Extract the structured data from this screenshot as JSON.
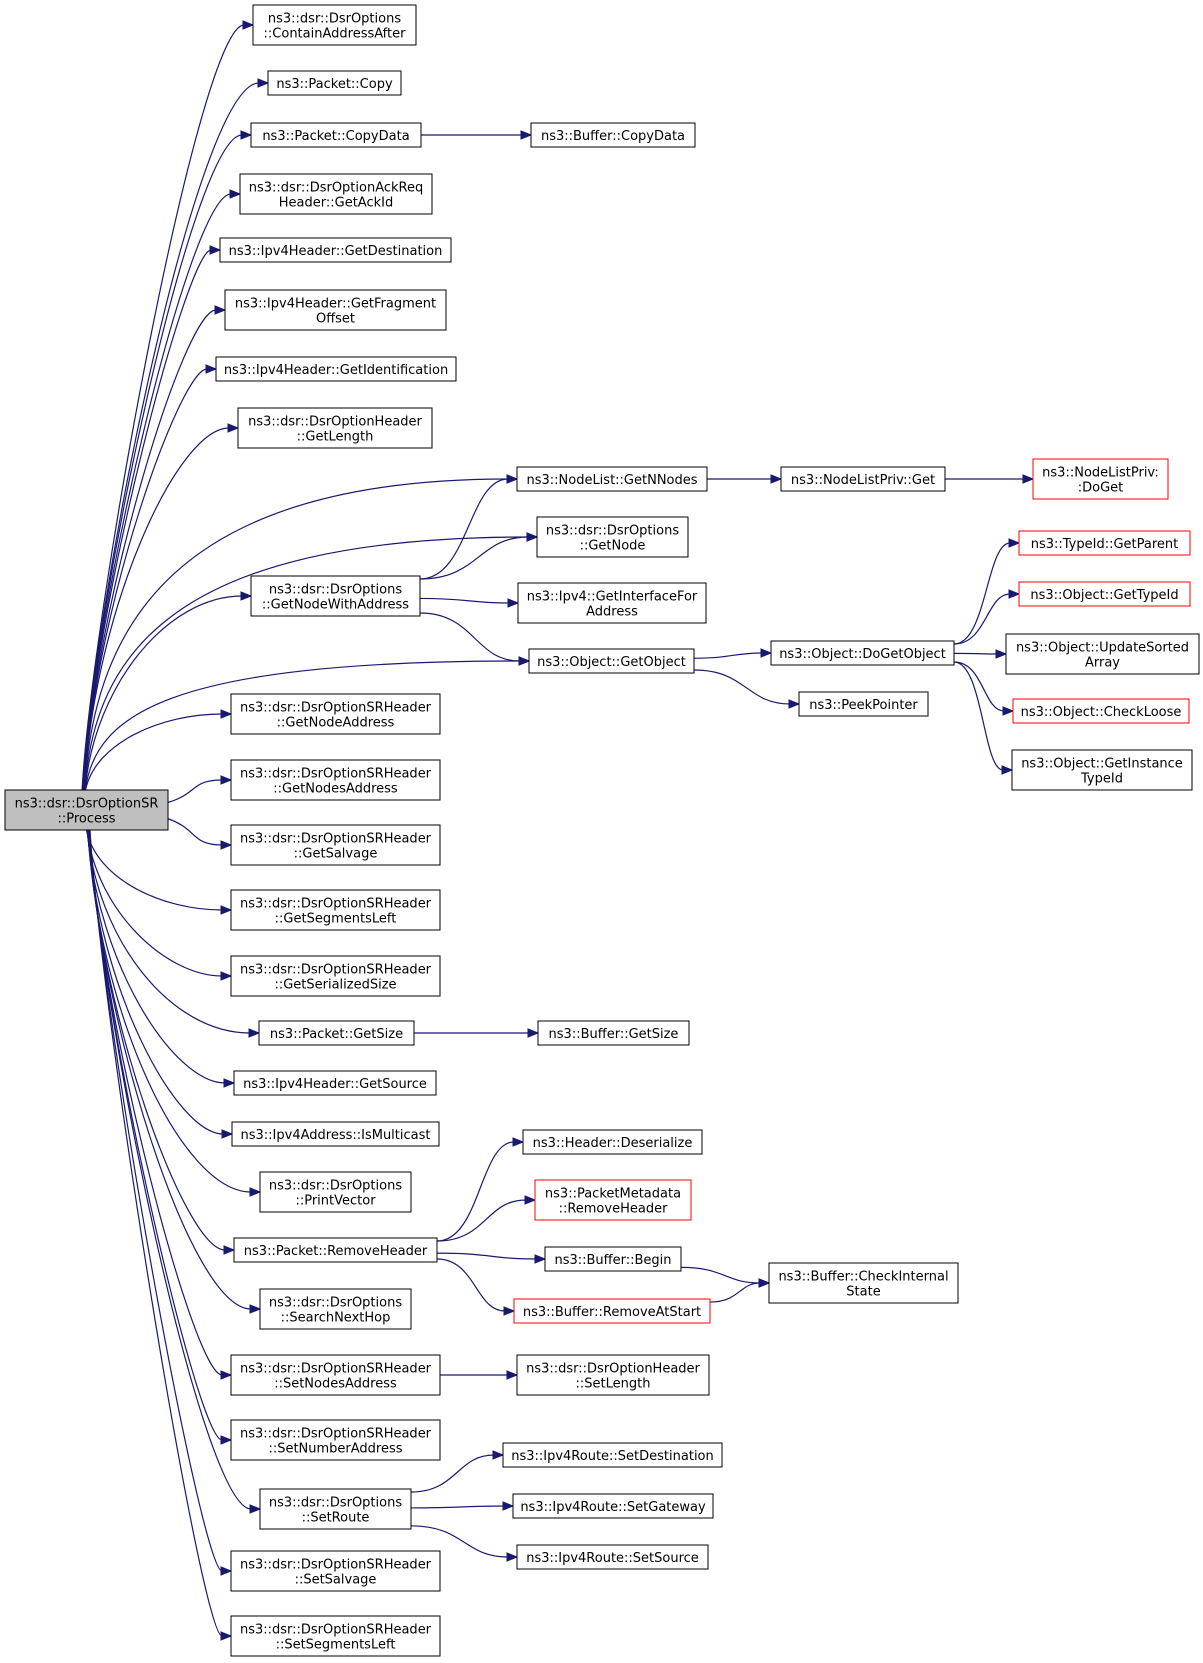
{
  "colors": {
    "edge": "#191970",
    "node_border": "#000000",
    "node_border_external": "#ff0000",
    "root_fill": "#bfbfbf",
    "node_fill": "#ffffff"
  },
  "nodes": [
    {
      "id": "root",
      "lines": [
        "ns3::dsr::DsrOptionSR",
        "::Process"
      ],
      "kind": "root"
    },
    {
      "id": "n1",
      "lines": [
        "ns3::dsr::DsrOptions",
        "::ContainAddressAfter"
      ],
      "kind": "normal"
    },
    {
      "id": "n2",
      "lines": [
        "ns3::Packet::Copy"
      ],
      "kind": "normal"
    },
    {
      "id": "n3",
      "lines": [
        "ns3::Packet::CopyData"
      ],
      "kind": "normal"
    },
    {
      "id": "n3a",
      "lines": [
        "ns3::Buffer::CopyData"
      ],
      "kind": "normal"
    },
    {
      "id": "n4",
      "lines": [
        "ns3::dsr::DsrOptionAckReq",
        "Header::GetAckId"
      ],
      "kind": "normal"
    },
    {
      "id": "n5",
      "lines": [
        "ns3::Ipv4Header::GetDestination"
      ],
      "kind": "normal"
    },
    {
      "id": "n6",
      "lines": [
        "ns3::Ipv4Header::GetFragment",
        "Offset"
      ],
      "kind": "normal"
    },
    {
      "id": "n7",
      "lines": [
        "ns3::Ipv4Header::GetIdentification"
      ],
      "kind": "normal"
    },
    {
      "id": "n8",
      "lines": [
        "ns3::dsr::DsrOptionHeader",
        "::GetLength"
      ],
      "kind": "normal"
    },
    {
      "id": "nn",
      "lines": [
        "ns3::NodeList::GetNNodes"
      ],
      "kind": "normal"
    },
    {
      "id": "nlp",
      "lines": [
        "ns3::NodeListPriv::Get"
      ],
      "kind": "normal"
    },
    {
      "id": "nlpd",
      "lines": [
        "ns3::NodeListPriv:",
        ":DoGet"
      ],
      "kind": "external"
    },
    {
      "id": "gnode",
      "lines": [
        "ns3::dsr::DsrOptions",
        "::GetNode"
      ],
      "kind": "normal"
    },
    {
      "id": "gnwa",
      "lines": [
        "ns3::dsr::DsrOptions",
        "::GetNodeWithAddress"
      ],
      "kind": "normal"
    },
    {
      "id": "gif",
      "lines": [
        "ns3::Ipv4::GetInterfaceFor",
        "Address"
      ],
      "kind": "normal"
    },
    {
      "id": "gobj",
      "lines": [
        "ns3::Object::GetObject"
      ],
      "kind": "normal"
    },
    {
      "id": "dgo",
      "lines": [
        "ns3::Object::DoGetObject"
      ],
      "kind": "normal"
    },
    {
      "id": "peek",
      "lines": [
        "ns3::PeekPointer"
      ],
      "kind": "normal"
    },
    {
      "id": "tgp",
      "lines": [
        "ns3::TypeId::GetParent"
      ],
      "kind": "external"
    },
    {
      "id": "ogt",
      "lines": [
        "ns3::Object::GetTypeId"
      ],
      "kind": "external"
    },
    {
      "id": "usa",
      "lines": [
        "ns3::Object::UpdateSorted",
        "Array"
      ],
      "kind": "normal"
    },
    {
      "id": "ocl",
      "lines": [
        "ns3::Object::CheckLoose"
      ],
      "kind": "external"
    },
    {
      "id": "ogit",
      "lines": [
        "ns3::Object::GetInstance",
        "TypeId"
      ],
      "kind": "normal"
    },
    {
      "id": "gna",
      "lines": [
        "ns3::dsr::DsrOptionSRHeader",
        "::GetNodeAddress"
      ],
      "kind": "normal"
    },
    {
      "id": "gnsa",
      "lines": [
        "ns3::dsr::DsrOptionSRHeader",
        "::GetNodesAddress"
      ],
      "kind": "normal"
    },
    {
      "id": "gsal",
      "lines": [
        "ns3::dsr::DsrOptionSRHeader",
        "::GetSalvage"
      ],
      "kind": "normal"
    },
    {
      "id": "gsl",
      "lines": [
        "ns3::dsr::DsrOptionSRHeader",
        "::GetSegmentsLeft"
      ],
      "kind": "normal"
    },
    {
      "id": "gss",
      "lines": [
        "ns3::dsr::DsrOptionSRHeader",
        "::GetSerializedSize"
      ],
      "kind": "normal"
    },
    {
      "id": "pgs",
      "lines": [
        "ns3::Packet::GetSize"
      ],
      "kind": "normal"
    },
    {
      "id": "bgs",
      "lines": [
        "ns3::Buffer::GetSize"
      ],
      "kind": "normal"
    },
    {
      "id": "gsrc",
      "lines": [
        "ns3::Ipv4Header::GetSource"
      ],
      "kind": "normal"
    },
    {
      "id": "ism",
      "lines": [
        "ns3::Ipv4Address::IsMulticast"
      ],
      "kind": "normal"
    },
    {
      "id": "pv",
      "lines": [
        "ns3::dsr::DsrOptions",
        "::PrintVector"
      ],
      "kind": "normal"
    },
    {
      "id": "hdes",
      "lines": [
        "ns3::Header::Deserialize"
      ],
      "kind": "normal"
    },
    {
      "id": "pmrh",
      "lines": [
        "ns3::PacketMetadata",
        "::RemoveHeader"
      ],
      "kind": "external"
    },
    {
      "id": "prh",
      "lines": [
        "ns3::Packet::RemoveHeader"
      ],
      "kind": "normal"
    },
    {
      "id": "bbeg",
      "lines": [
        "ns3::Buffer::Begin"
      ],
      "kind": "normal"
    },
    {
      "id": "bcis",
      "lines": [
        "ns3::Buffer::CheckInternal",
        "State"
      ],
      "kind": "normal"
    },
    {
      "id": "bras",
      "lines": [
        "ns3::Buffer::RemoveAtStart"
      ],
      "kind": "external"
    },
    {
      "id": "snh",
      "lines": [
        "ns3::dsr::DsrOptions",
        "::SearchNextHop"
      ],
      "kind": "normal"
    },
    {
      "id": "snsa",
      "lines": [
        "ns3::dsr::DsrOptionSRHeader",
        "::SetNodesAddress"
      ],
      "kind": "normal"
    },
    {
      "id": "ohsl",
      "lines": [
        "ns3::dsr::DsrOptionHeader",
        "::SetLength"
      ],
      "kind": "normal"
    },
    {
      "id": "snum",
      "lines": [
        "ns3::dsr::DsrOptionSRHeader",
        "::SetNumberAddress"
      ],
      "kind": "normal"
    },
    {
      "id": "rsd",
      "lines": [
        "ns3::Ipv4Route::SetDestination"
      ],
      "kind": "normal"
    },
    {
      "id": "sr",
      "lines": [
        "ns3::dsr::DsrOptions",
        "::SetRoute"
      ],
      "kind": "normal"
    },
    {
      "id": "rsg",
      "lines": [
        "ns3::Ipv4Route::SetGateway"
      ],
      "kind": "normal"
    },
    {
      "id": "rss",
      "lines": [
        "ns3::Ipv4Route::SetSource"
      ],
      "kind": "normal"
    },
    {
      "id": "ssal",
      "lines": [
        "ns3::dsr::DsrOptionSRHeader",
        "::SetSalvage"
      ],
      "kind": "normal"
    },
    {
      "id": "ssl",
      "lines": [
        "ns3::dsr::DsrOptionSRHeader",
        "::SetSegmentsLeft"
      ],
      "kind": "normal"
    }
  ],
  "edges": [
    [
      "root",
      "n1"
    ],
    [
      "root",
      "n2"
    ],
    [
      "root",
      "n3"
    ],
    [
      "root",
      "n4"
    ],
    [
      "root",
      "n5"
    ],
    [
      "root",
      "n6"
    ],
    [
      "root",
      "n7"
    ],
    [
      "root",
      "n8"
    ],
    [
      "root",
      "nn"
    ],
    [
      "root",
      "gnode"
    ],
    [
      "root",
      "gnwa"
    ],
    [
      "root",
      "gobj"
    ],
    [
      "root",
      "gna"
    ],
    [
      "root",
      "gnsa"
    ],
    [
      "root",
      "gsal"
    ],
    [
      "root",
      "gsl"
    ],
    [
      "root",
      "gss"
    ],
    [
      "root",
      "pgs"
    ],
    [
      "root",
      "gsrc"
    ],
    [
      "root",
      "ism"
    ],
    [
      "root",
      "pv"
    ],
    [
      "root",
      "prh"
    ],
    [
      "root",
      "snh"
    ],
    [
      "root",
      "snsa"
    ],
    [
      "root",
      "snum"
    ],
    [
      "root",
      "sr"
    ],
    [
      "root",
      "ssal"
    ],
    [
      "root",
      "ssl"
    ],
    [
      "n3",
      "n3a"
    ],
    [
      "nn",
      "nlp"
    ],
    [
      "nlp",
      "nlpd"
    ],
    [
      "gnwa",
      "nn"
    ],
    [
      "gnwa",
      "gnode"
    ],
    [
      "gnwa",
      "gif"
    ],
    [
      "gnwa",
      "gobj"
    ],
    [
      "gobj",
      "dgo"
    ],
    [
      "gobj",
      "peek"
    ],
    [
      "dgo",
      "tgp"
    ],
    [
      "dgo",
      "ogt"
    ],
    [
      "dgo",
      "usa"
    ],
    [
      "dgo",
      "ocl"
    ],
    [
      "dgo",
      "ogit"
    ],
    [
      "pgs",
      "bgs"
    ],
    [
      "prh",
      "hdes"
    ],
    [
      "prh",
      "pmrh"
    ],
    [
      "prh",
      "bbeg"
    ],
    [
      "prh",
      "bras"
    ],
    [
      "bbeg",
      "bcis"
    ],
    [
      "bras",
      "bcis"
    ],
    [
      "snsa",
      "ohsl"
    ],
    [
      "sr",
      "rsd"
    ],
    [
      "sr",
      "rsg"
    ],
    [
      "sr",
      "rss"
    ]
  ]
}
